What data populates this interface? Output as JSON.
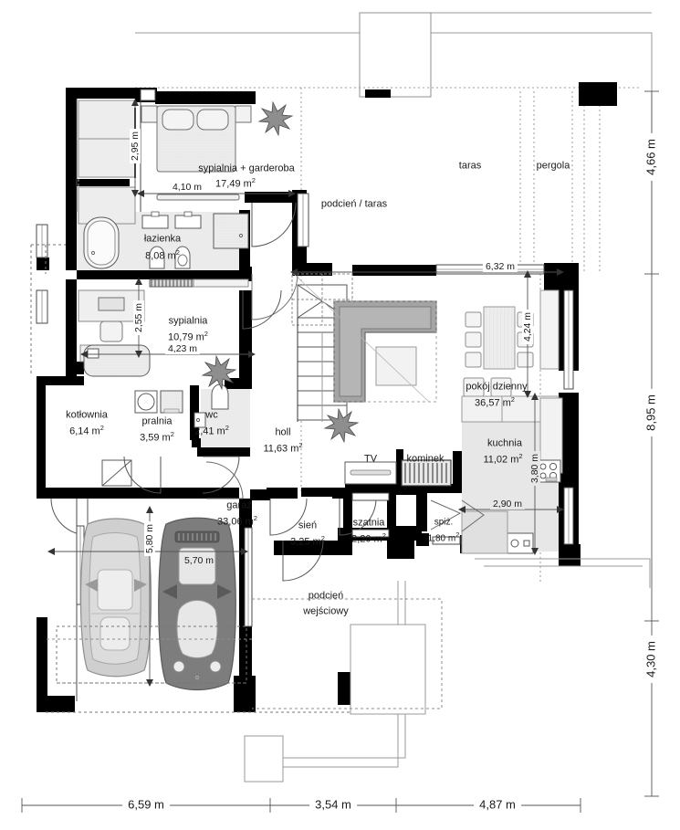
{
  "drawing": {
    "type": "architectural-floor-plan",
    "language": "pl",
    "description": "Rzut parteru domu jednorodzinnego",
    "colors": {
      "wall": "#000000",
      "fill_light": "#ececec",
      "fill_mid": "#d8d8d8",
      "furniture": "#9a9a9a",
      "car_dark": "#7d7d7d",
      "car_light": "#cfcfcf",
      "line": "#000000",
      "dim_line": "#555555",
      "dashed": "#888888"
    }
  },
  "rooms": [
    {
      "id": "sypialnia_garderoba",
      "name": "sypialnia + garderoba",
      "area": "17,49 m",
      "sup": "2"
    },
    {
      "id": "lazienka",
      "name": "łazienka",
      "area": "8,08 m",
      "sup": "2"
    },
    {
      "id": "sypialnia",
      "name": "sypialnia",
      "area": "10,79 m",
      "sup": "2"
    },
    {
      "id": "kotlownia",
      "name": "kotłownia",
      "area": "6,14 m",
      "sup": "2"
    },
    {
      "id": "pralnia",
      "name": "pralnia",
      "area": "3,59 m",
      "sup": "2"
    },
    {
      "id": "wc",
      "name": "wc",
      "area": "2,41 m",
      "sup": "2"
    },
    {
      "id": "holl",
      "name": "holl",
      "area": "11,63 m",
      "sup": "2"
    },
    {
      "id": "garaz",
      "name": "garaż",
      "area": "33,06 m",
      "sup": "2"
    },
    {
      "id": "sien",
      "name": "sień",
      "area": "3,25 m",
      "sup": "2"
    },
    {
      "id": "szatnia",
      "name": "szatnia",
      "area": "2,20 m",
      "sup": "2"
    },
    {
      "id": "spiz",
      "name": "spiż.",
      "area": "1,80 m",
      "sup": "2"
    },
    {
      "id": "kuchnia",
      "name": "kuchnia",
      "area": "11,02 m",
      "sup": "2"
    },
    {
      "id": "pokoj_dzienny",
      "name": "pokój dzienny",
      "area": "36,57 m",
      "sup": "2"
    }
  ],
  "outdoor_labels": [
    {
      "id": "podcien_taras",
      "name": "podcień / taras"
    },
    {
      "id": "taras",
      "name": "taras"
    },
    {
      "id": "pergola",
      "name": "pergola"
    },
    {
      "id": "podcien_wejsciowy_l1",
      "name": "podcień"
    },
    {
      "id": "podcien_wejsciowy_l2",
      "name": "wejściowy"
    }
  ],
  "equipment_labels": [
    {
      "id": "tv",
      "name": "TV"
    },
    {
      "id": "kominek",
      "name": "kominek"
    }
  ],
  "interior_dimensions": [
    {
      "id": "bed_w",
      "value": "4,10 m",
      "orient": "h"
    },
    {
      "id": "bed_h",
      "value": "2,95 m",
      "orient": "v"
    },
    {
      "id": "sypialnia_w",
      "value": "4,23 m",
      "orient": "h"
    },
    {
      "id": "sypialnia_h",
      "value": "2,55 m",
      "orient": "v"
    },
    {
      "id": "living_w",
      "value": "6,32 m",
      "orient": "h"
    },
    {
      "id": "living_h",
      "value": "4,24 m",
      "orient": "v"
    },
    {
      "id": "kitchen_w",
      "value": "2,90 m",
      "orient": "h"
    },
    {
      "id": "kitchen_h",
      "value": "3,80 m",
      "orient": "v"
    },
    {
      "id": "garage_w",
      "value": "5,70 m",
      "orient": "h"
    },
    {
      "id": "garage_h",
      "value": "5,80 m",
      "orient": "v"
    }
  ],
  "overall_dimensions": {
    "bottom": [
      {
        "id": "b1",
        "value": "6,59 m"
      },
      {
        "id": "b2",
        "value": "3,54 m"
      },
      {
        "id": "b3",
        "value": "4,87 m"
      }
    ],
    "right": [
      {
        "id": "r1",
        "value": "4,66 m"
      },
      {
        "id": "r2",
        "value": "8,95 m"
      },
      {
        "id": "r3",
        "value": "4,30 m"
      }
    ]
  }
}
